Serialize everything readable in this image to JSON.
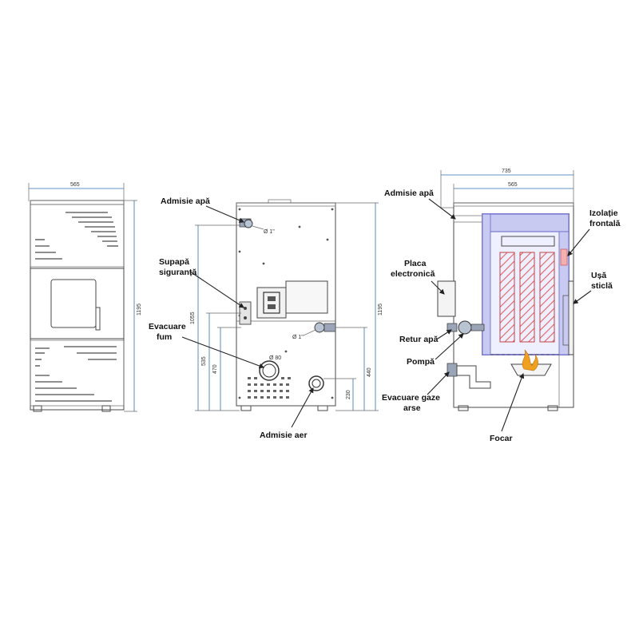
{
  "front": {
    "dims": {
      "width": "565",
      "height": "1195"
    }
  },
  "rear": {
    "labels": {
      "water_in": "Admisie apă",
      "safety_valve_1": "Supapă",
      "safety_valve_2": "siguranță",
      "smoke_1": "Evacuare",
      "smoke_2": "fum",
      "air_in": "Admisie aer"
    },
    "dims": {
      "height": "1195",
      "d1055": "1055",
      "d535": "535",
      "d470": "470",
      "d440": "440",
      "d230": "230",
      "pipe_top": "Ø 1\"",
      "pipe_bottom": "Ø 1\"",
      "flue": "Ø 80"
    }
  },
  "section": {
    "labels": {
      "water_in": "Admisie apă",
      "insulation_1": "Izolație",
      "insulation_2": "frontală",
      "board_1": "Placa",
      "board_2": "electronică",
      "glass_1": "Ușă",
      "glass_2": "sticlă",
      "return": "Retur apă",
      "pump": "Pompă",
      "exhaust_1": "Evacuare gaze",
      "exhaust_2": "arse",
      "hearth": "Focar"
    },
    "dims": {
      "total_width": "735",
      "body_width": "565"
    }
  },
  "colors": {
    "outline": "#4a4a4a",
    "dimension": "#2f6fb3",
    "insulation": "#7a7ad0",
    "heat_stripe": "#e06060",
    "flame": "#f0a020"
  }
}
